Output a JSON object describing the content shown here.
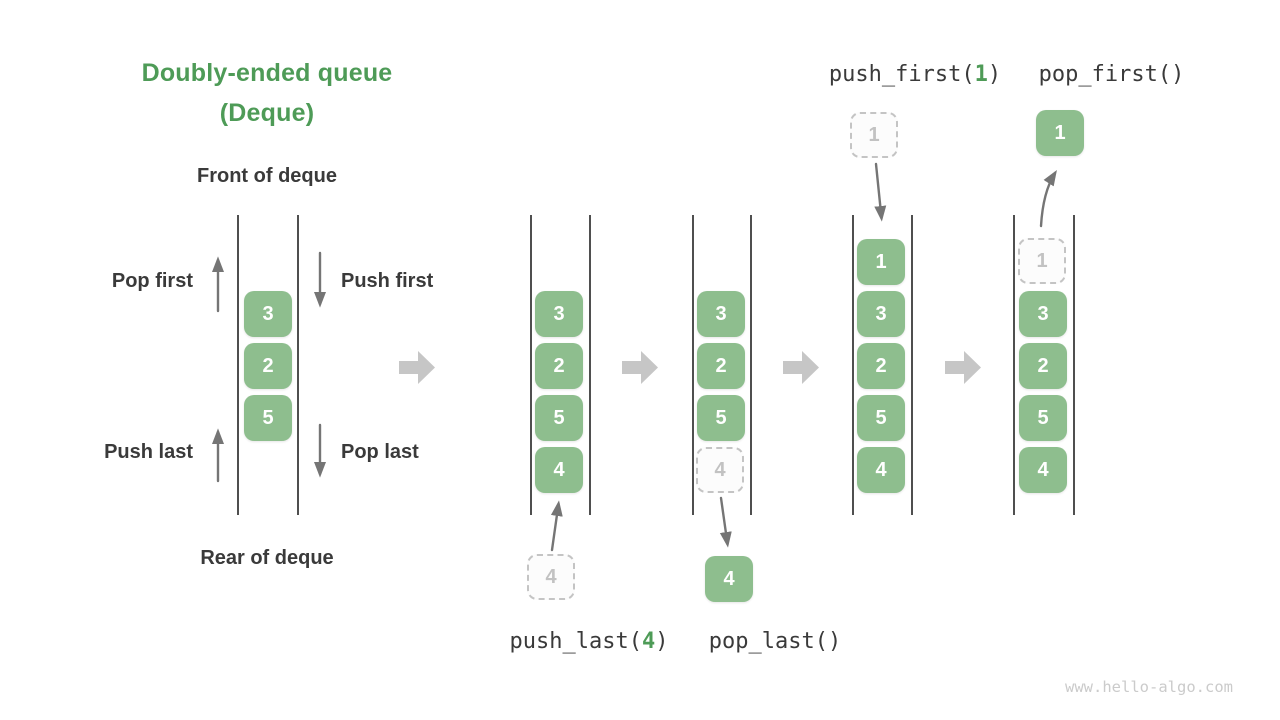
{
  "title": {
    "line1": "Doubly-ended queue",
    "line2": "(Deque)"
  },
  "diagram_labels": {
    "front": "Front of deque",
    "rear": "Rear of deque",
    "pop_first": "Pop first",
    "push_first": "Push first",
    "push_last": "Push last",
    "pop_last": "Pop last"
  },
  "operations": {
    "push_last_prefix": "push_last(",
    "push_last_arg": "4",
    "push_last_suffix": ")",
    "pop_last_label": "pop_last()",
    "push_first_prefix": "push_first(",
    "push_first_arg": "1",
    "push_first_suffix": ")",
    "pop_first_label": "pop_first()"
  },
  "queues": {
    "q1": {
      "cells": [
        "3",
        "2",
        "5"
      ]
    },
    "q2": {
      "cells": [
        "3",
        "2",
        "5",
        "4"
      ],
      "incoming_value": "4"
    },
    "q3": {
      "cells": [
        "3",
        "2",
        "5"
      ],
      "ghost_value": "4",
      "outgoing_value": "4"
    },
    "q4": {
      "cells": [
        "1",
        "3",
        "2",
        "5",
        "4"
      ],
      "incoming_value": "1"
    },
    "q5": {
      "ghost_value": "1",
      "cells": [
        "3",
        "2",
        "5",
        "4"
      ],
      "outgoing_value": "1"
    }
  },
  "colors": {
    "title_green": "#4E9B57",
    "cell_green": "#8EBE8E",
    "code_arg_green": "#4E9B57",
    "dark_text": "#3A3A3A",
    "queue_line": "#4F4F4F",
    "small_arrow_gray": "#757575",
    "transition_arrow_gray": "#C6C6C6",
    "ghost_border_gray": "#C4C4C4",
    "ghost_text_gray": "#C2C2C2",
    "watermark_gray": "#CBCBCB"
  },
  "watermark": "www.hello-algo.com"
}
